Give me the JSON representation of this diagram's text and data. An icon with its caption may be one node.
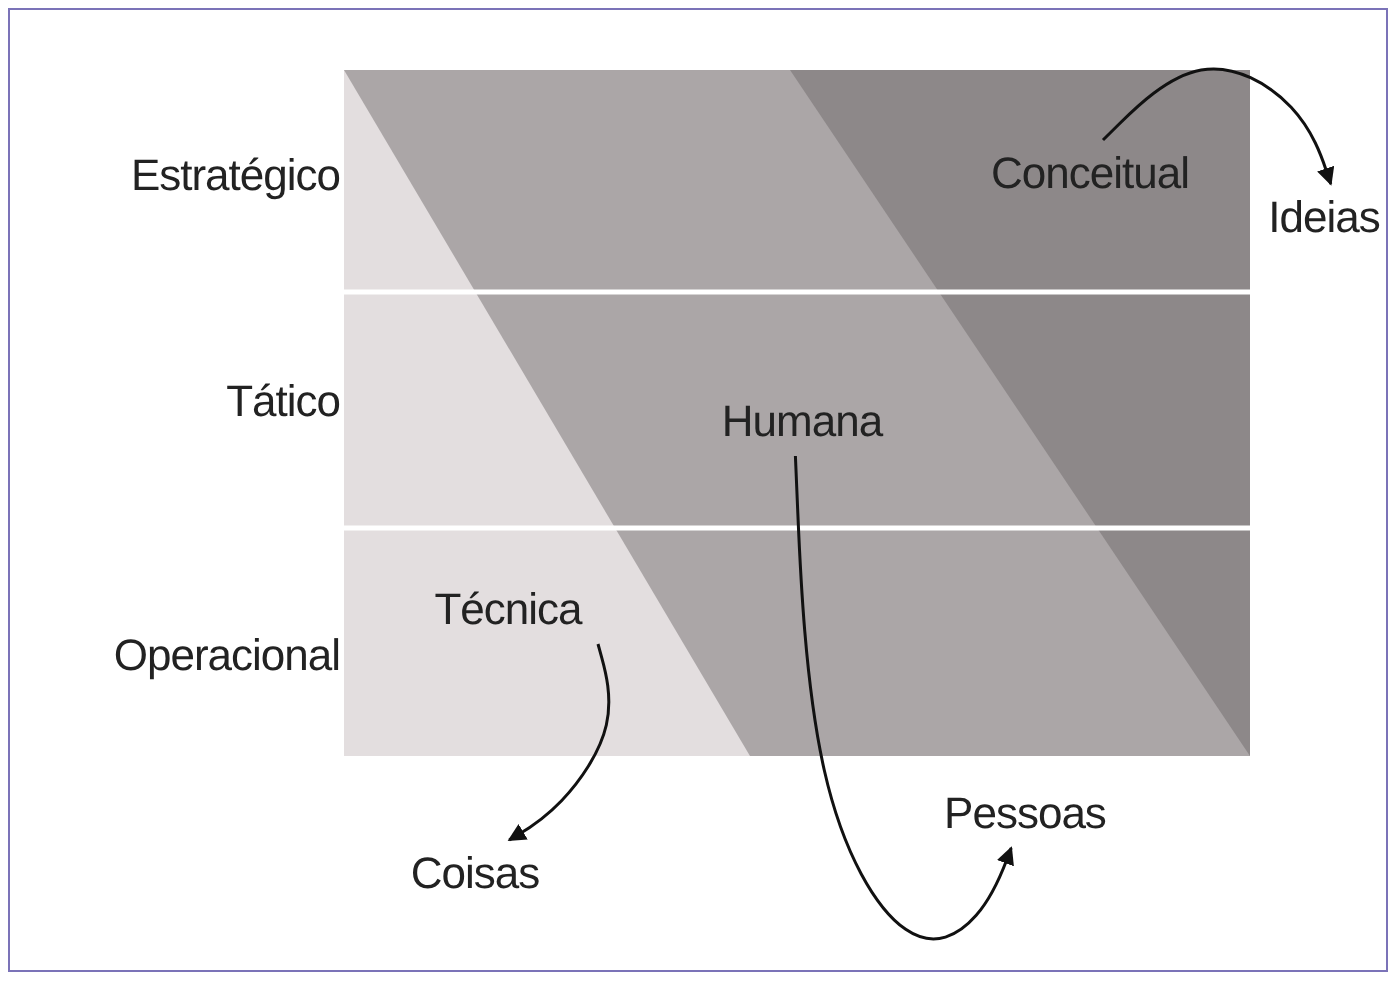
{
  "diagram": {
    "nodes": [
      {
        "text": [
          "Conceitual"
        ]
      },
      {
        "text": [
          "Ideias"
        ]
      },
      {
        "text": [
          "Humana"
        ]
      },
      {
        "text": [
          "Pessoas"
        ]
      },
      {
        "text": [
          "Técnica"
        ]
      },
      {
        "text": [
          "Coisas"
        ]
      }
    ],
    "edges": [
      {
        "from": 0,
        "to": 1,
        "arrow": "to"
      },
      {
        "from": 2,
        "to": 3,
        "arrow": "to"
      },
      {
        "from": 4,
        "to": 5,
        "arrow": "to"
      }
    ],
    "labels": [
      "Estratégico",
      "Tático",
      "Operacional"
    ]
  }
}
